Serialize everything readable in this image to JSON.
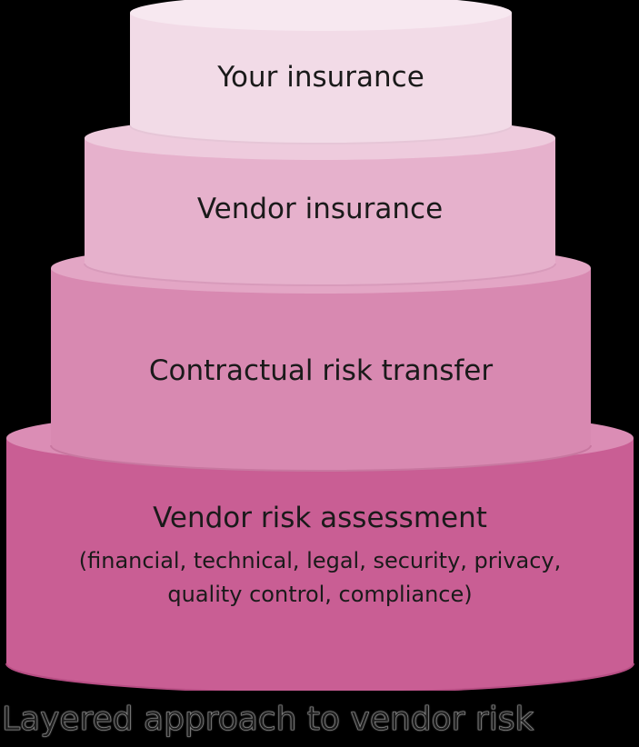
{
  "tiers": [
    {
      "id": "your-insurance",
      "lines": [
        "Your insurance"
      ],
      "colors": {
        "body": "#f2dbe7",
        "top": "#f7e8f0",
        "edge": "#e6c6d7"
      }
    },
    {
      "id": "vendor-insurance",
      "lines": [
        "Vendor insurance"
      ],
      "colors": {
        "body": "#e6b1cc",
        "top": "#eecbdd",
        "edge": "#d89bbb"
      }
    },
    {
      "id": "contractual-risk-transfer",
      "lines": [
        "Contractual risk transfer"
      ],
      "colors": {
        "body": "#d889b1",
        "top": "#e3a6c5",
        "edge": "#c877a0"
      }
    },
    {
      "id": "vendor-risk-assessment",
      "lines": [
        "Vendor risk assessment",
        "(financial, technical, legal, security, privacy,",
        "quality control, compliance)"
      ],
      "colors": {
        "body": "#c95e94",
        "top": "#db8db5",
        "edge": "#b64d83"
      }
    }
  ],
  "caption": "Layered approach to vendor risk",
  "background_color": "#000000"
}
